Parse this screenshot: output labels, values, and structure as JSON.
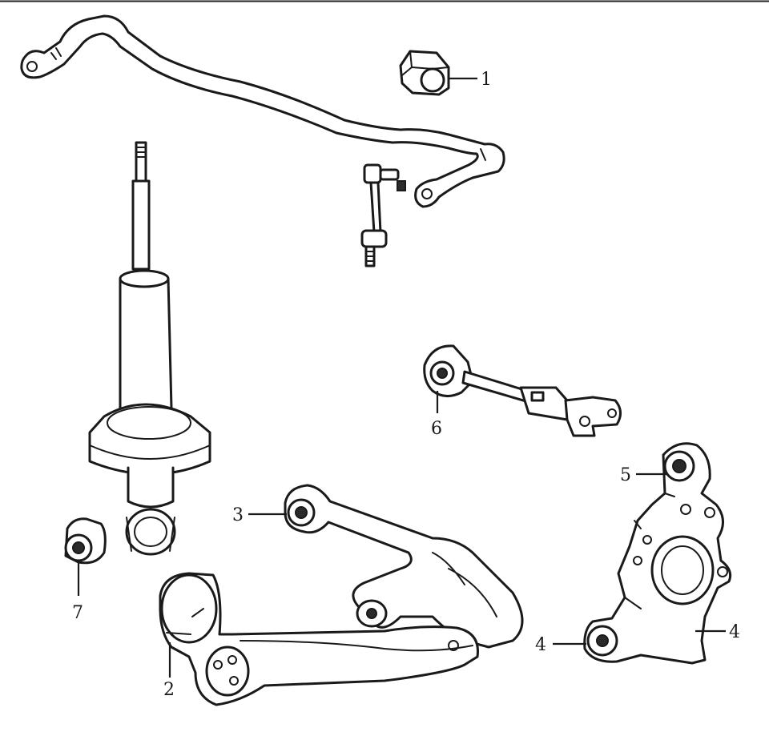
{
  "callouts": [
    {
      "id": "1",
      "label": "1"
    },
    {
      "id": "2",
      "label": "2"
    },
    {
      "id": "3",
      "label": "3"
    },
    {
      "id": "4a",
      "label": "4"
    },
    {
      "id": "4b",
      "label": "4"
    },
    {
      "id": "5",
      "label": "5"
    },
    {
      "id": "6",
      "label": "6"
    },
    {
      "id": "7",
      "label": "7"
    }
  ]
}
